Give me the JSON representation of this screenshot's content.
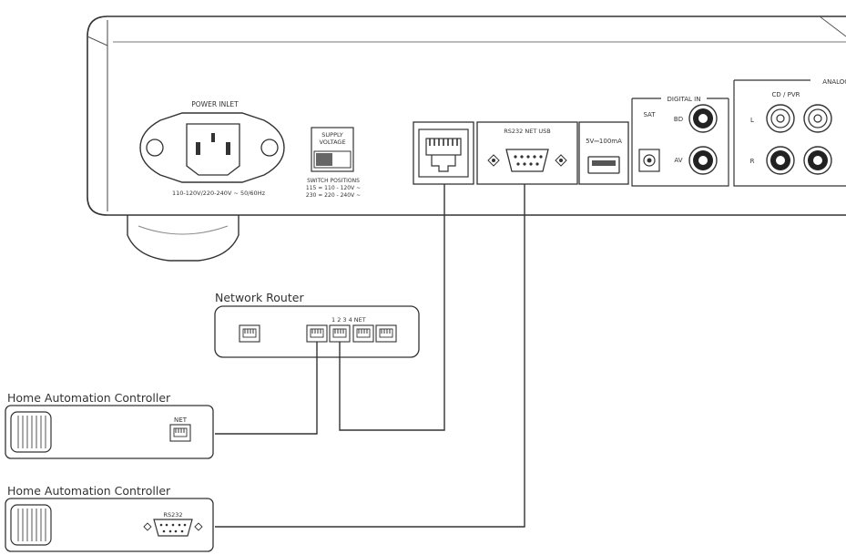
{
  "device": {
    "power_label": "POWER INLET",
    "power_rating": "110-120V/220-240V ~ 50/60Hz",
    "supply_label_1": "SUPPLY",
    "supply_label_2": "VOLTAGE",
    "switch_title": "SWITCH POSITIONS",
    "switch_line_1": "115 = 110 - 120V ~",
    "switch_line_2": "230 = 220 - 240V ~",
    "io_label": "RS232 NET USB",
    "usb_label": "5V⎓100mA",
    "digital_label": "DIGITAL IN",
    "sat_label": "SAT",
    "bd_label": "BD",
    "av_label": "AV",
    "cd_label": "CD / PVR",
    "analog_label": "ANALOG",
    "left_label": "L",
    "right_label": "R"
  },
  "router": {
    "title": "Network Router",
    "ports_label": "1 2 3 4 NET"
  },
  "controllers": [
    {
      "title": "Home Automation Controller",
      "port_label": "NET"
    },
    {
      "title": "Home Automation Controller",
      "port_label": "RS232"
    }
  ]
}
